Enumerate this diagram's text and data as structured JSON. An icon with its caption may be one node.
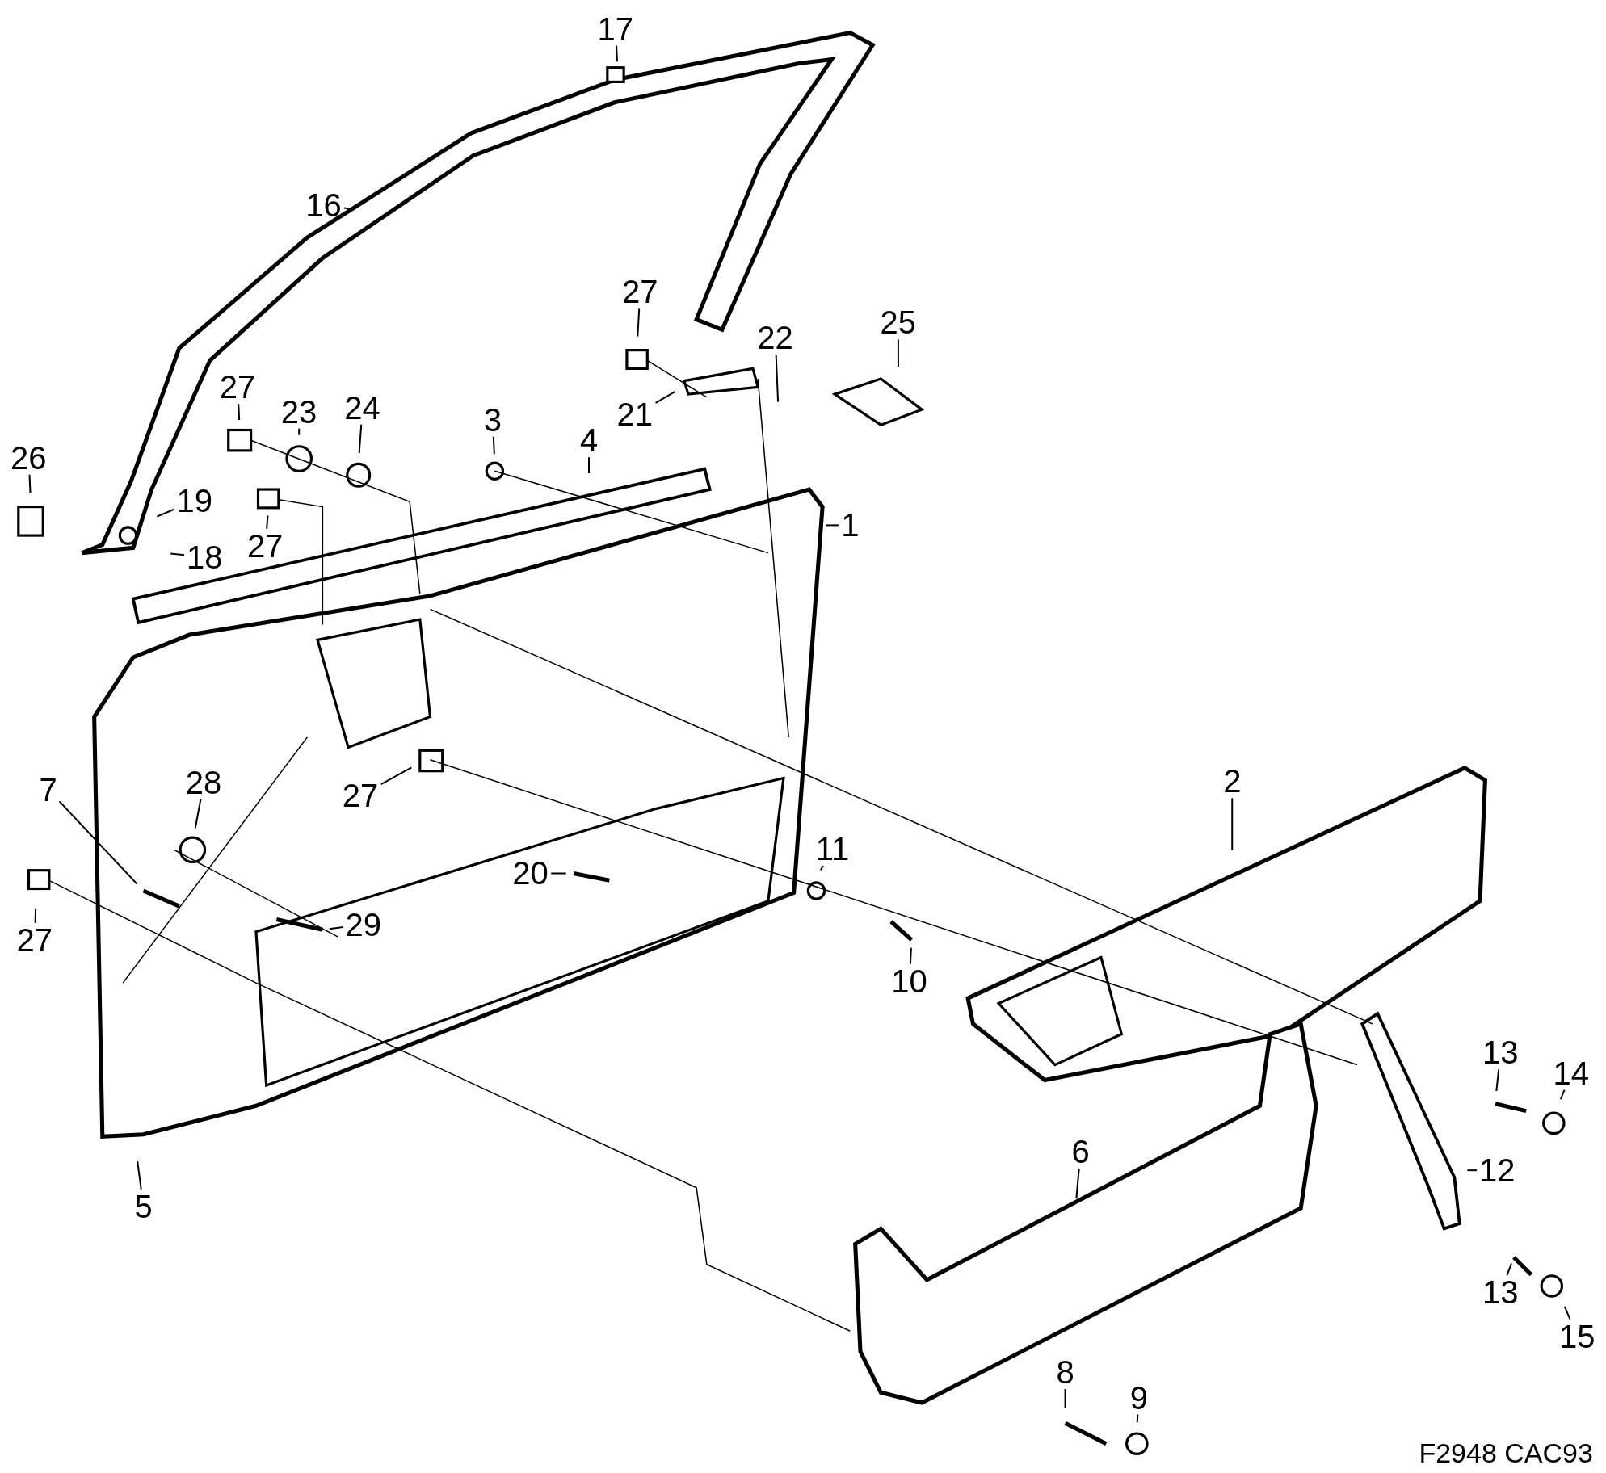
{
  "diagram": {
    "nodes": [
      {
        "text": [
          "17"
        ]
      },
      {
        "text": [
          "16"
        ]
      },
      {
        "text": [
          "27"
        ]
      },
      {
        "text": [
          "22"
        ]
      },
      {
        "text": [
          "25"
        ]
      },
      {
        "text": [
          "27"
        ]
      },
      {
        "text": [
          "23"
        ]
      },
      {
        "text": [
          "24"
        ]
      },
      {
        "text": [
          "3"
        ]
      },
      {
        "text": [
          "21"
        ]
      },
      {
        "text": [
          "4"
        ]
      },
      {
        "text": [
          "26"
        ]
      },
      {
        "text": [
          "19"
        ]
      },
      {
        "text": [
          "1"
        ]
      },
      {
        "text": [
          "27"
        ]
      },
      {
        "text": [
          "18"
        ]
      },
      {
        "text": [
          "2"
        ]
      },
      {
        "text": [
          "27"
        ]
      },
      {
        "text": [
          "28"
        ]
      },
      {
        "text": [
          "7"
        ]
      },
      {
        "text": [
          "11"
        ]
      },
      {
        "text": [
          "20"
        ]
      },
      {
        "text": [
          "29"
        ]
      },
      {
        "text": [
          "27"
        ]
      },
      {
        "text": [
          "10"
        ]
      },
      {
        "text": [
          "6"
        ]
      },
      {
        "text": [
          "13"
        ]
      },
      {
        "text": [
          "14"
        ]
      },
      {
        "text": [
          "12"
        ]
      },
      {
        "text": [
          "5"
        ]
      },
      {
        "text": [
          "13"
        ]
      },
      {
        "text": [
          "15"
        ]
      },
      {
        "text": [
          "8"
        ]
      },
      {
        "text": [
          "9"
        ]
      }
    ],
    "edges": [
      {
        "from": 0,
        "to": null,
        "arrow": "none"
      },
      {
        "from": 1,
        "to": null,
        "arrow": "none"
      },
      {
        "from": 2,
        "to": null,
        "arrow": "none"
      },
      {
        "from": 3,
        "to": null,
        "arrow": "none"
      },
      {
        "from": 4,
        "to": null,
        "arrow": "none"
      },
      {
        "from": 5,
        "to": null,
        "arrow": "none"
      },
      {
        "from": 6,
        "to": null,
        "arrow": "none"
      },
      {
        "from": 7,
        "to": null,
        "arrow": "none"
      },
      {
        "from": 8,
        "to": null,
        "arrow": "none"
      },
      {
        "from": 9,
        "to": null,
        "arrow": "none"
      },
      {
        "from": 10,
        "to": null,
        "arrow": "none"
      },
      {
        "from": 11,
        "to": null,
        "arrow": "none"
      },
      {
        "from": 12,
        "to": null,
        "arrow": "none"
      },
      {
        "from": 13,
        "to": null,
        "arrow": "none"
      },
      {
        "from": 14,
        "to": null,
        "arrow": "none"
      },
      {
        "from": 15,
        "to": null,
        "arrow": "none"
      },
      {
        "from": 16,
        "to": null,
        "arrow": "none"
      },
      {
        "from": 17,
        "to": null,
        "arrow": "none"
      },
      {
        "from": 18,
        "to": null,
        "arrow": "none"
      },
      {
        "from": 19,
        "to": null,
        "arrow": "none"
      },
      {
        "from": 20,
        "to": null,
        "arrow": "none"
      },
      {
        "from": 21,
        "to": null,
        "arrow": "none"
      },
      {
        "from": 22,
        "to": null,
        "arrow": "none"
      },
      {
        "from": 23,
        "to": null,
        "arrow": "none"
      },
      {
        "from": 24,
        "to": null,
        "arrow": "none"
      },
      {
        "from": 25,
        "to": null,
        "arrow": "none"
      },
      {
        "from": 26,
        "to": null,
        "arrow": "none"
      },
      {
        "from": 27,
        "to": null,
        "arrow": "none"
      },
      {
        "from": 28,
        "to": null,
        "arrow": "none"
      },
      {
        "from": 29,
        "to": null,
        "arrow": "none"
      },
      {
        "from": 30,
        "to": null,
        "arrow": "none"
      },
      {
        "from": 31,
        "to": null,
        "arrow": "none"
      },
      {
        "from": 32,
        "to": null,
        "arrow": "none"
      },
      {
        "from": 33,
        "to": null,
        "arrow": "none"
      }
    ],
    "labels": [
      "F2948 CAC93"
    ]
  }
}
